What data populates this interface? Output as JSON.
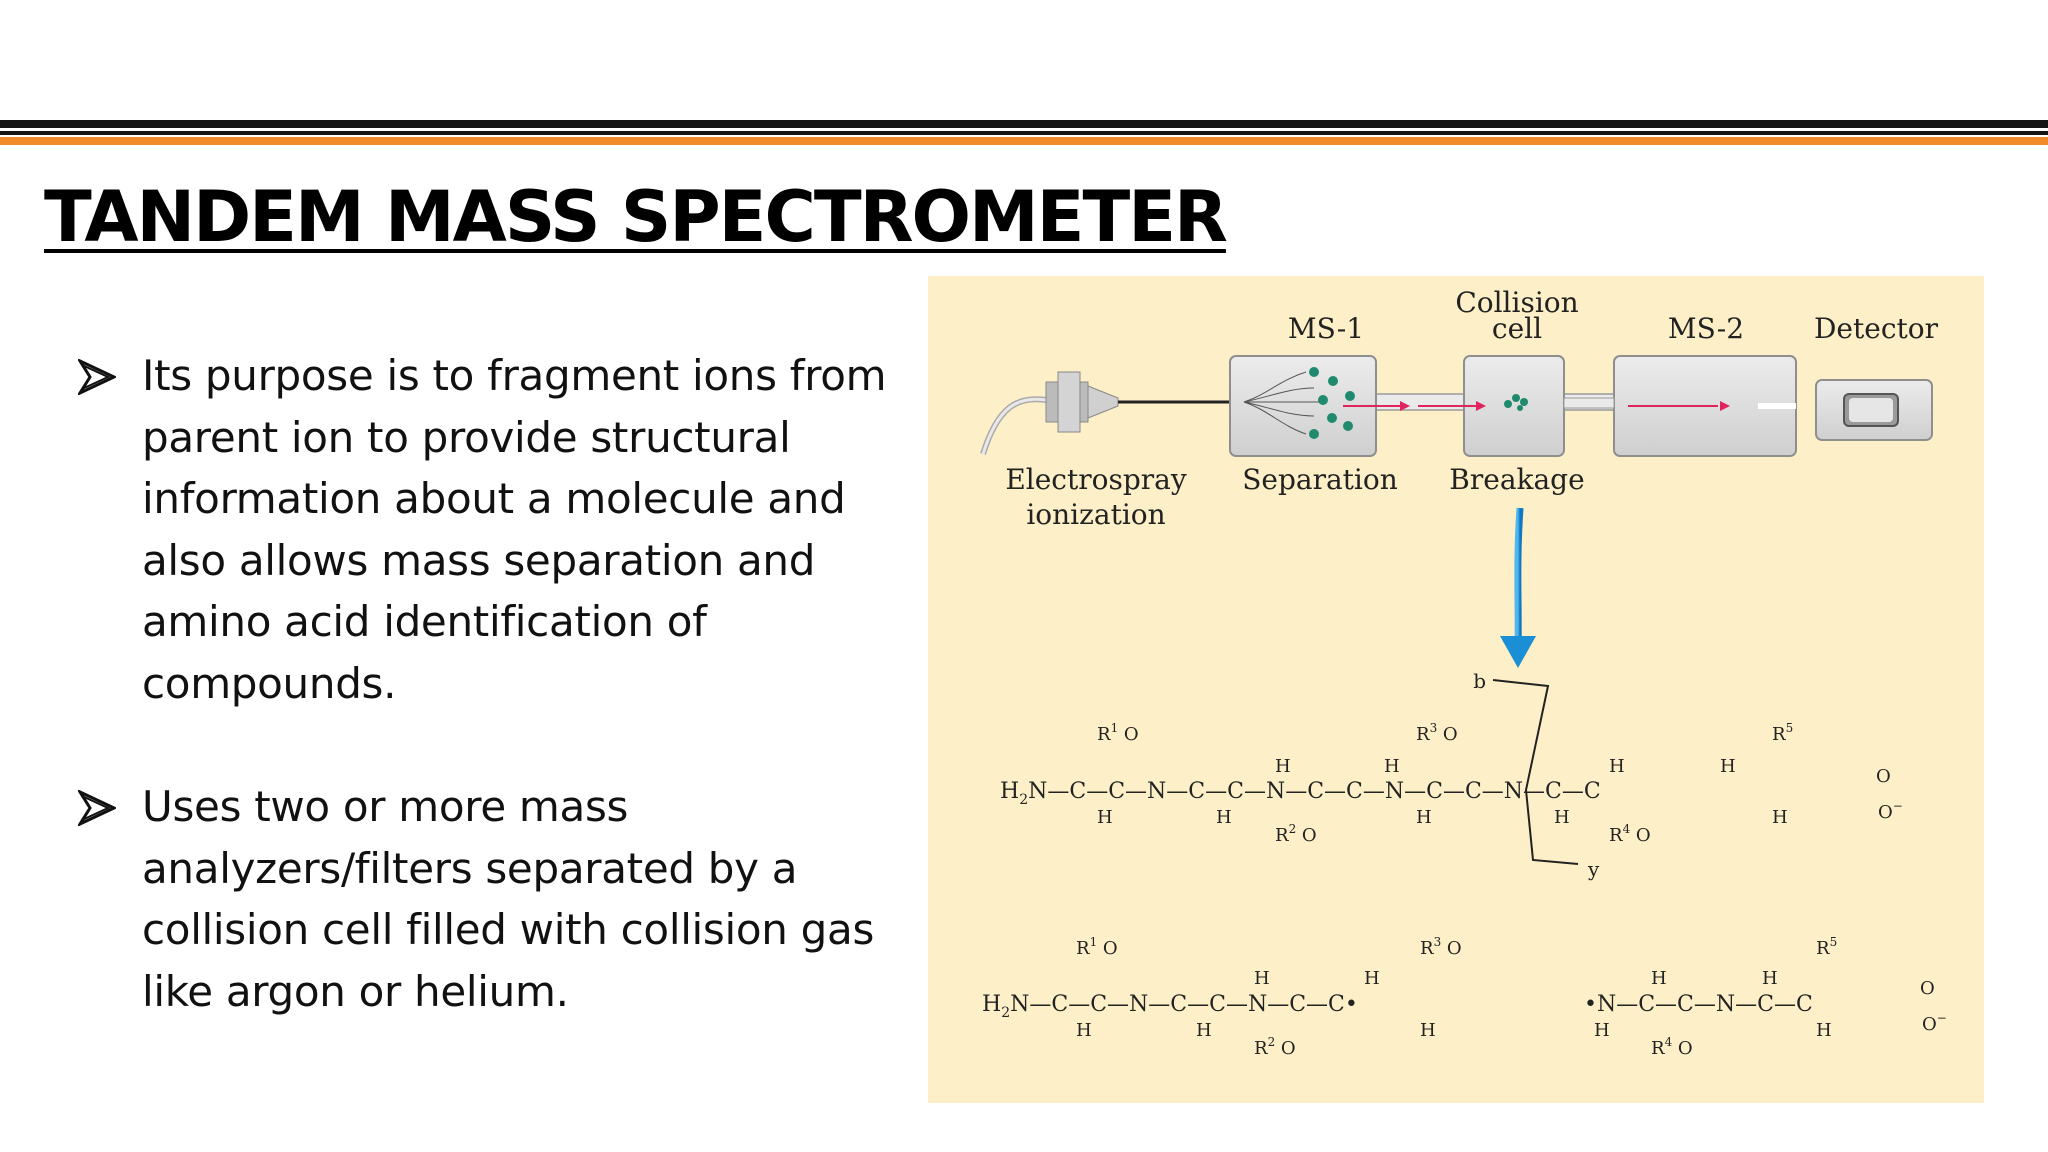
{
  "slide": {
    "title": "TANDEM MASS SPECTROMETER",
    "bullets": [
      {
        "icon": "arrowhead-bullet-icon",
        "text": "Its purpose is to fragment ions from parent ion to provide structural information about a molecule and also allows mass separation and amino acid identification of compounds."
      },
      {
        "icon": "arrowhead-bullet-icon",
        "text": "Uses two or more mass analyzers/filters separated by a collision cell filled with collision gas like argon or helium."
      }
    ]
  },
  "figure": {
    "stage_labels": {
      "ms1": "MS-1",
      "collision_1": "Collision",
      "collision_2": "cell",
      "ms2": "MS-2",
      "detector": "Detector"
    },
    "process_labels": {
      "ionization_1": "Electrospray",
      "ionization_2": "ionization",
      "separation": "Separation",
      "breakage": "Breakage"
    },
    "cleavage_labels": {
      "b": "b",
      "y": "y"
    },
    "colors": {
      "panel_background": "#fdf0c8",
      "ion_beam": "#e0245e",
      "ions": "#1f8a6e",
      "down_arrow": "#1a8fd6",
      "rule_orange": "#f08a2a"
    }
  }
}
